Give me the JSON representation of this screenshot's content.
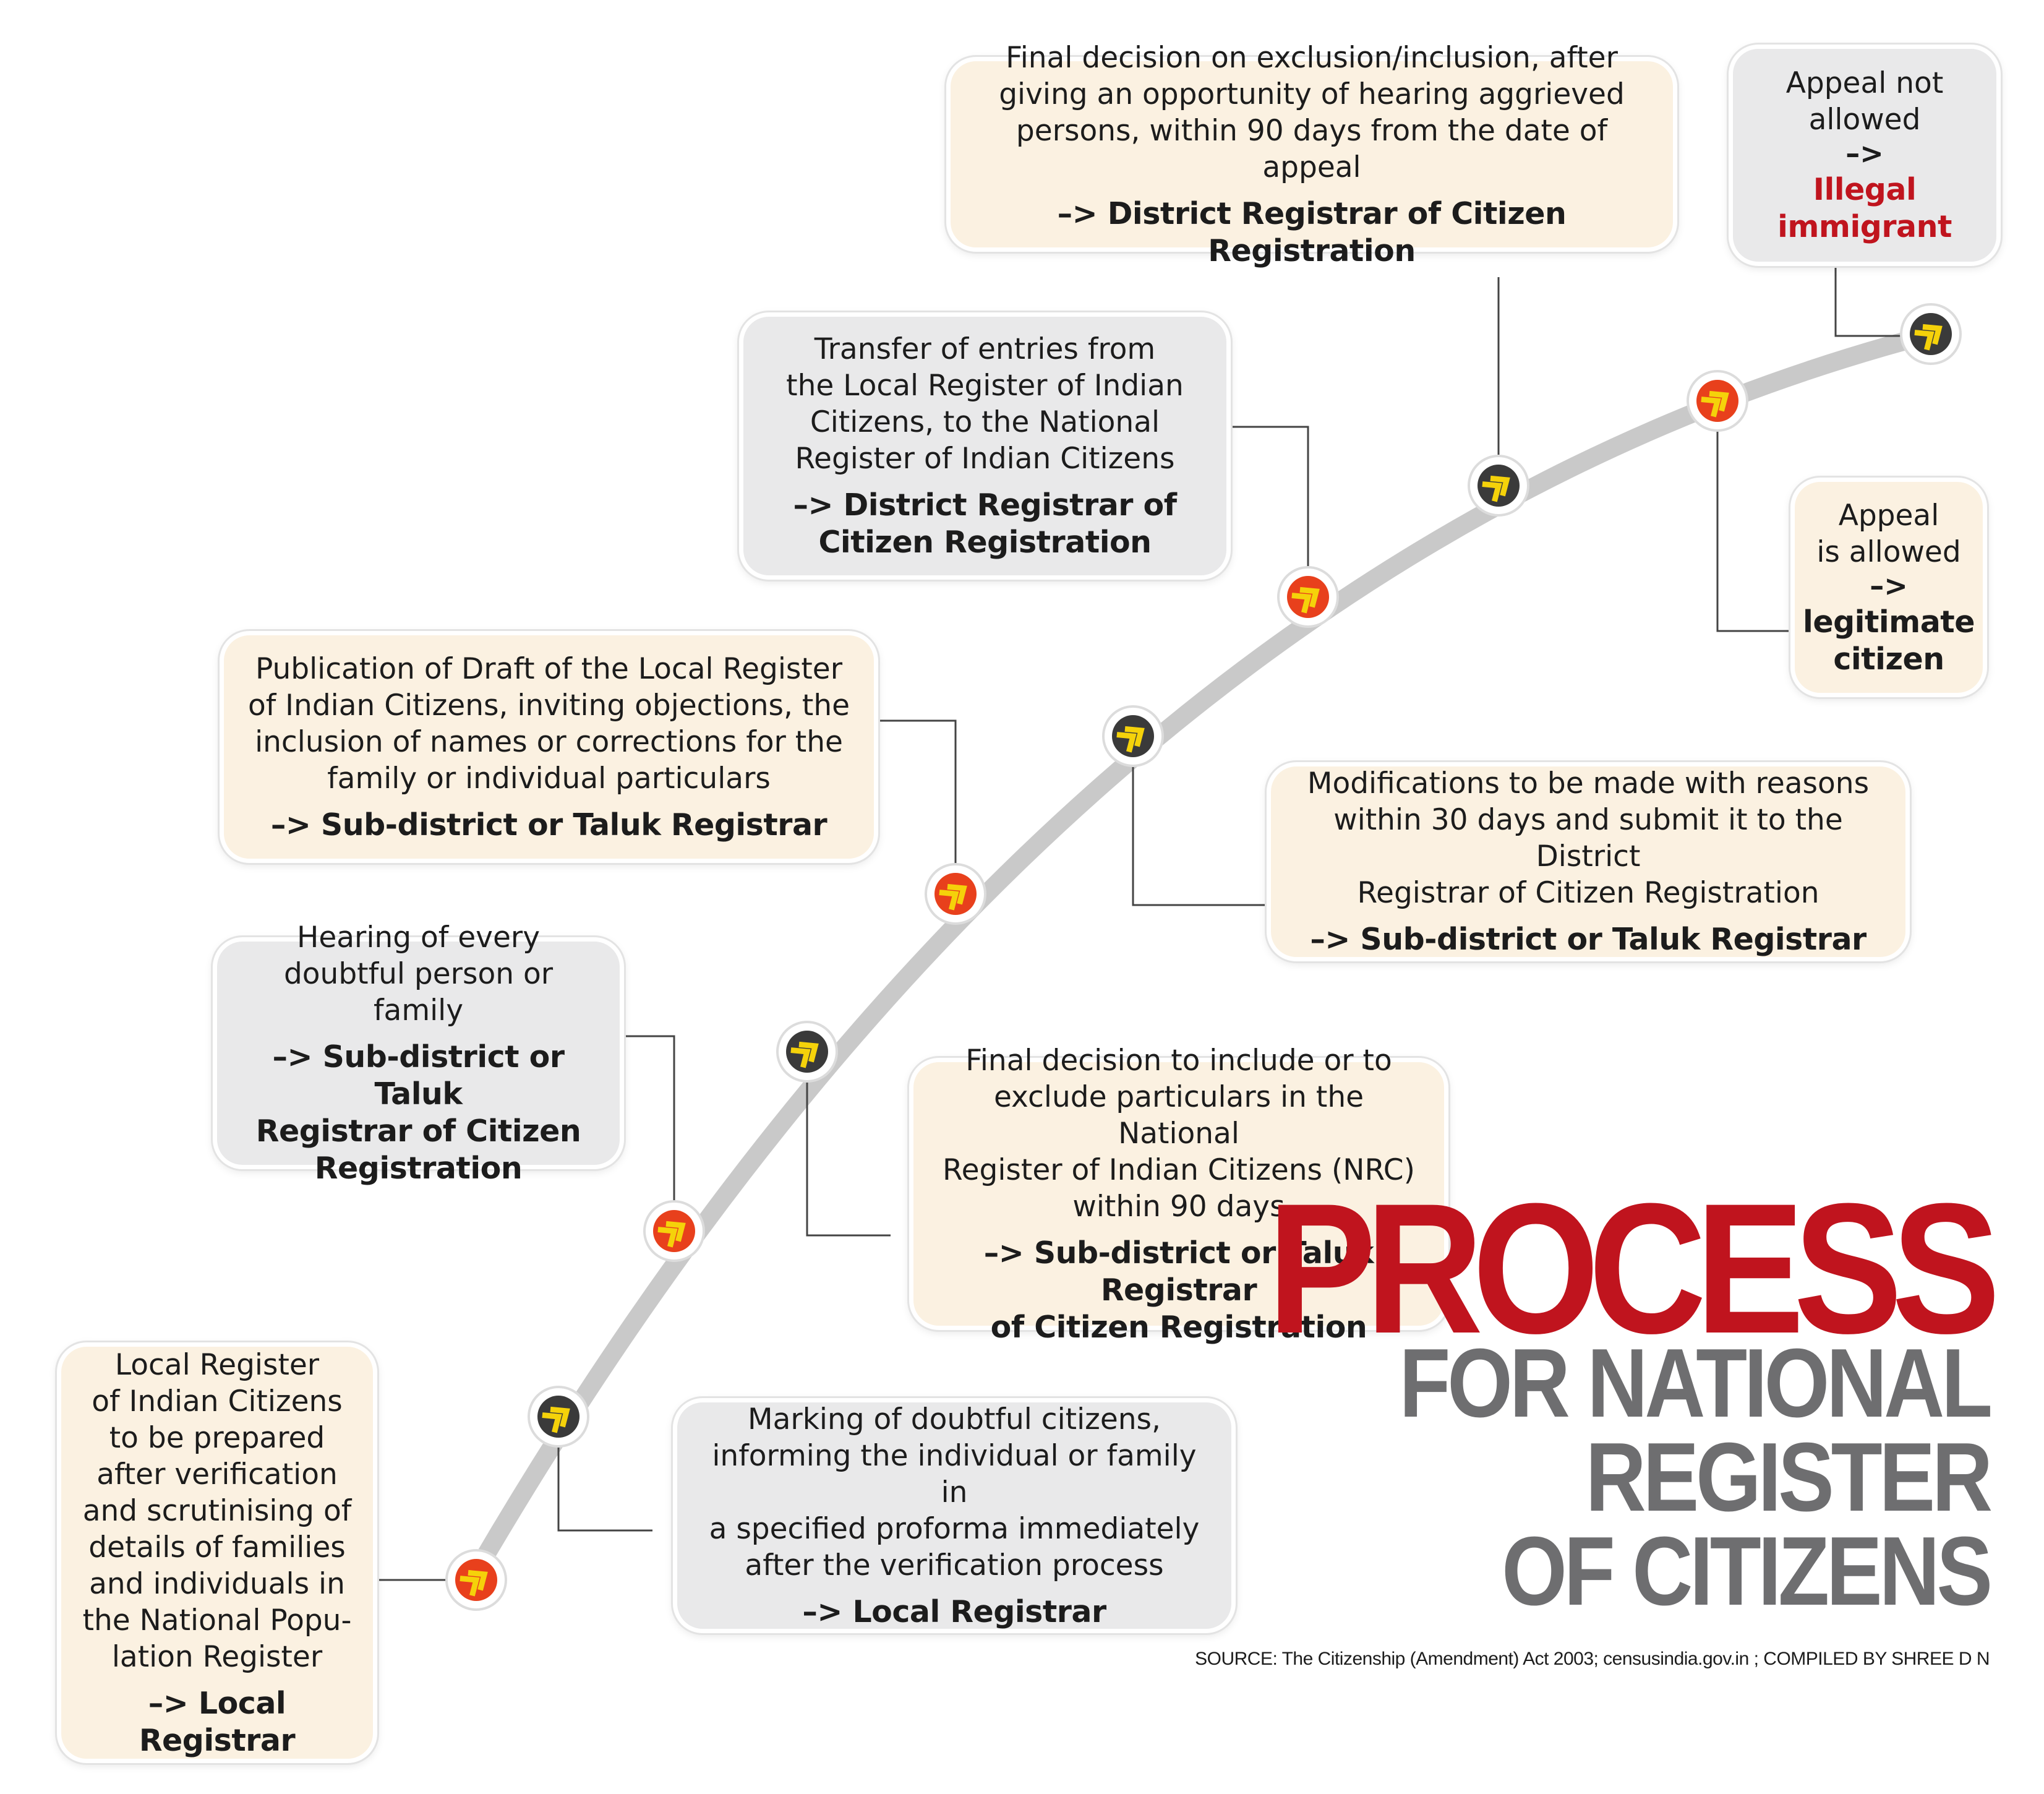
{
  "title": {
    "main": "PROCESS",
    "sub_lines": [
      "FOR NATIONAL",
      "REGISTER",
      "OF CITIZENS"
    ]
  },
  "source": "SOURCE: The Citizenship (Amendment) Act 2003; censusindia.gov.in ;   COMPILED BY SHREE D N",
  "steps": {
    "local_register": {
      "desc_lines": [
        "Local Register",
        "of Indian Citizens",
        "to be prepared",
        "after verification",
        "and scrutinising of",
        "details of families",
        "and individuals in",
        "the National Popu-",
        "lation Register"
      ],
      "authority": "–> Local Registrar"
    },
    "marking": {
      "desc_lines": [
        "Marking of doubtful citizens,",
        "informing the individual or family in",
        "a specified proforma immediately",
        "after the verification process"
      ],
      "authority": "–> Local Registrar"
    },
    "hearing": {
      "desc_lines": [
        "Hearing of every",
        "doubtful person or family"
      ],
      "authority_lines": [
        "–> Sub-district or Taluk",
        "Registrar of Citizen",
        "Registration"
      ]
    },
    "final_decision_90": {
      "desc_lines": [
        "Final decision to include or to",
        "exclude particulars in the National",
        "Register of Indian Citizens (NRC)",
        "within 90 days"
      ],
      "authority_lines": [
        "–> Sub-district or Taluk Registrar",
        "of Citizen Registration"
      ]
    },
    "publication": {
      "desc_lines": [
        "Publication of Draft of the Local Register",
        "of Indian Citizens, inviting objections, the",
        "inclusion of names or corrections for the",
        "family or individual particulars"
      ],
      "authority": "–> Sub-district or Taluk Registrar"
    },
    "modifications": {
      "desc_lines": [
        "Modifications to be made with reasons",
        "within 30 days and submit it to the District",
        "Registrar of Citizen Registration"
      ],
      "authority": "–> Sub-district or Taluk Registrar"
    },
    "transfer": {
      "desc_lines": [
        "Transfer of entries from",
        "the  Local Register of Indian",
        "Citizens,  to the National",
        "Register of Indian Citizens"
      ],
      "authority_lines": [
        "–> District Registrar of",
        "Citizen Registration"
      ]
    },
    "final_decision_appeal": {
      "desc_lines": [
        "Final decision on exclusion/inclusion, after",
        "giving an opportunity of hearing aggrieved",
        "persons, within 90 days from the date of appeal"
      ],
      "authority": "–> District  Registrar of Citizen Registration"
    },
    "appeal_allowed": {
      "lines": [
        "Appeal",
        "is allowed"
      ],
      "arrow": "–>",
      "result_lines": [
        "legitimate",
        "citizen"
      ]
    },
    "appeal_not_allowed": {
      "lines": [
        "Appeal not",
        "allowed"
      ],
      "arrow": "–>",
      "result_lines": [
        "Illegal",
        "immigrant"
      ]
    }
  },
  "colors": {
    "accent_red": "#c0141e",
    "title_grey": "#6e6e70",
    "box_cream": "#fbf1e1",
    "box_grey": "#e9e9ea",
    "node_red": "#e8401c",
    "node_yellow": "#f5d20a",
    "node_dark": "#3a3a3a",
    "curve": "#c9c9c9"
  },
  "icons": [
    "red-chevron-icon",
    "dark-chevron-icon"
  ]
}
